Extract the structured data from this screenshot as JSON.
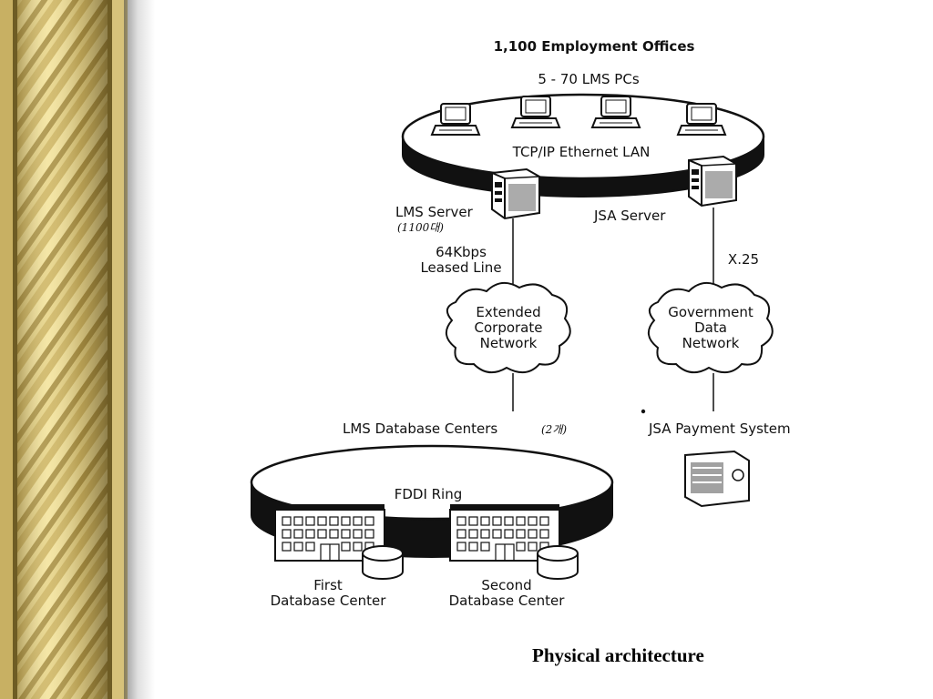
{
  "caption": "Physical architecture",
  "diagram": {
    "offices_title": "1,100 Employment Offices",
    "pcs_label": "5 - 70 LMS PCs",
    "lan_label": "TCP/IP Ethernet LAN",
    "lms_server": "LMS Server",
    "lms_server_note": "(1100대)",
    "jsa_server": "JSA Server",
    "link_left_line1": "64Kbps",
    "link_left_line2": "Leased Line",
    "link_right": "X.25",
    "cloud_left": [
      "Extended",
      "Corporate",
      "Network"
    ],
    "cloud_right": [
      "Government",
      "Data",
      "Network"
    ],
    "db_centers": "LMS Database Centers",
    "db_centers_note": "(2개)",
    "payment_system": "JSA Payment System",
    "fddi_label": "FDDI Ring",
    "first_center_line1": "First",
    "first_center_line2": "Database Center",
    "second_center_line1": "Second",
    "second_center_line2": "Database Center"
  },
  "colors": {
    "border_gold": "#d8c27a",
    "border_dark": "#5a4a1c",
    "ink": "#111111"
  }
}
